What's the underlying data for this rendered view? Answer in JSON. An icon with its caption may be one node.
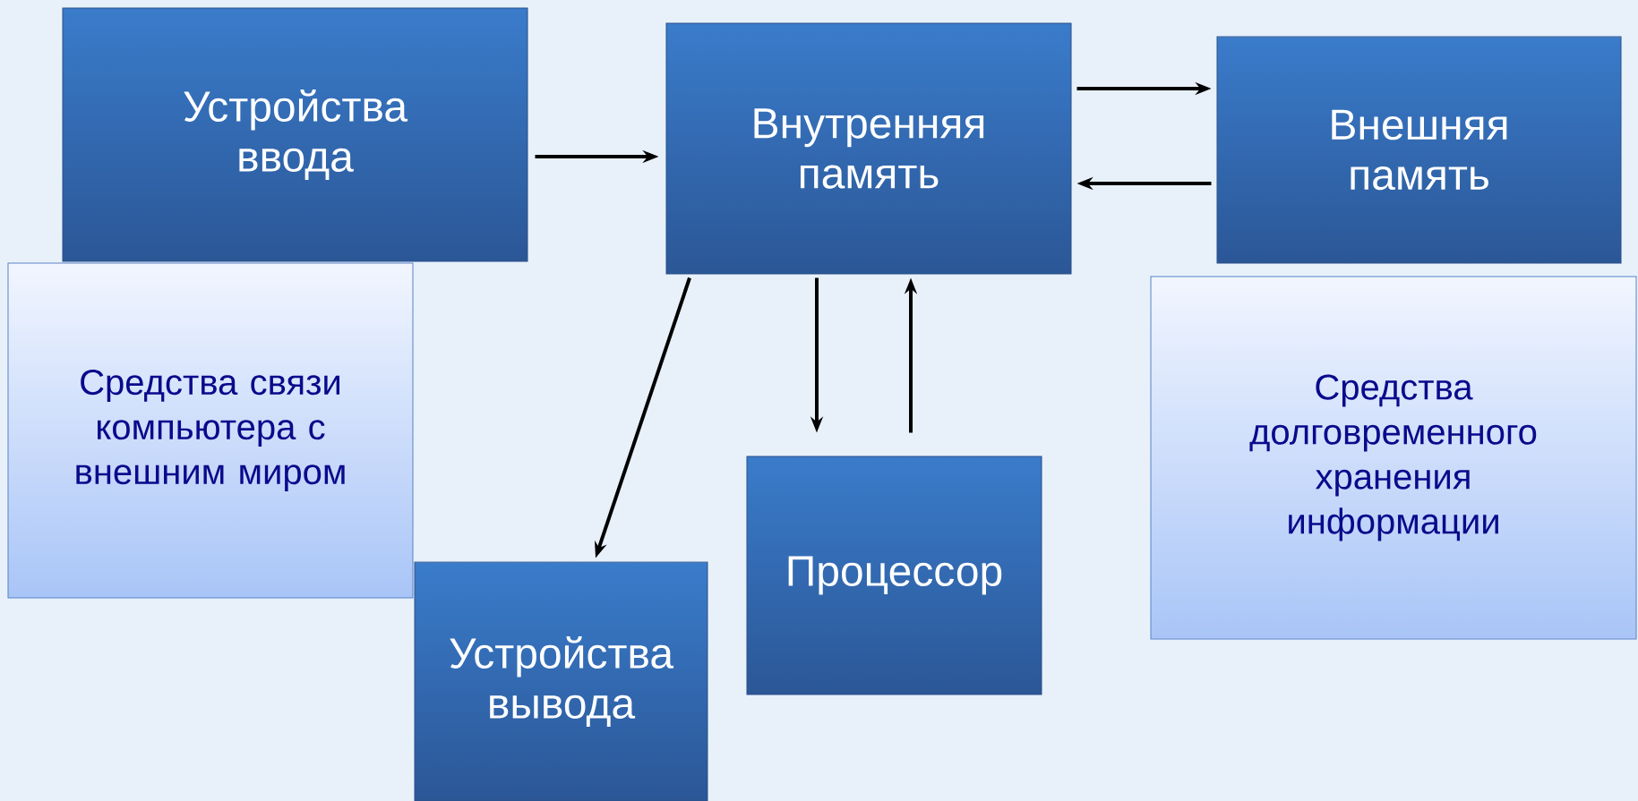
{
  "diagram": {
    "nodes": [
      {
        "text": [
          "Устройства ввода"
        ]
      },
      {
        "text": [
          "Внутренняя память"
        ]
      },
      {
        "text": [
          "Внешняя память"
        ]
      },
      {
        "text": [
          "Средства связи компьютера с внешним миром"
        ]
      },
      {
        "text": [
          "Устройства вывода"
        ]
      },
      {
        "text": [
          "Процессор"
        ]
      },
      {
        "text": [
          "Средства долговременного хранения информации"
        ]
      }
    ],
    "edges": [
      {
        "from": 0,
        "to": 1,
        "arrow": "to"
      },
      {
        "from": 1,
        "to": 2,
        "arrow": "to"
      },
      {
        "from": 2,
        "to": 1,
        "arrow": "to"
      },
      {
        "from": 1,
        "to": 4,
        "arrow": "to"
      },
      {
        "from": 1,
        "to": 5,
        "arrow": "to"
      },
      {
        "from": 5,
        "to": 1,
        "arrow": "to"
      }
    ]
  }
}
